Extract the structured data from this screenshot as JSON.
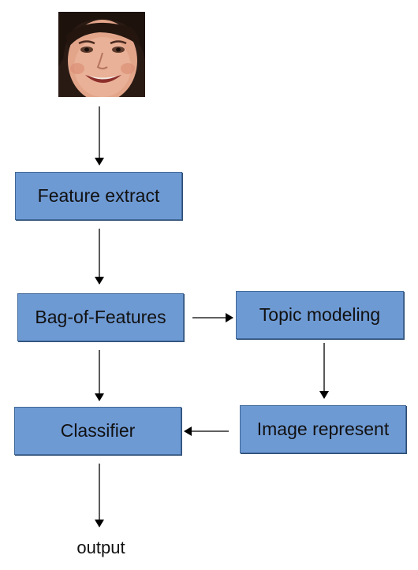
{
  "diagram": {
    "nodes": {
      "feature_extract": "Feature extract",
      "bag_of_features": "Bag-of-Features",
      "topic_modeling": "Topic modeling",
      "image_represent": "Image represent",
      "classifier": "Classifier",
      "output": "output"
    },
    "input_image": "face-photo",
    "edges": [
      [
        "input_image",
        "feature_extract"
      ],
      [
        "feature_extract",
        "bag_of_features"
      ],
      [
        "bag_of_features",
        "topic_modeling"
      ],
      [
        "bag_of_features",
        "classifier"
      ],
      [
        "topic_modeling",
        "image_represent"
      ],
      [
        "image_represent",
        "classifier"
      ],
      [
        "classifier",
        "output"
      ]
    ],
    "colors": {
      "box_fill": "#6e9ad4",
      "box_border": "#3f6797",
      "arrow": "#000000"
    }
  }
}
